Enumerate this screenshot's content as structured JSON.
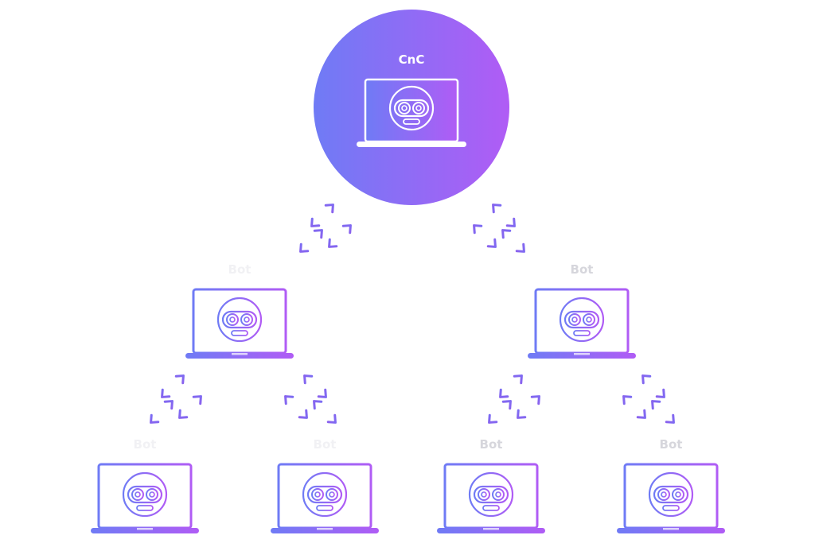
{
  "diagram": {
    "cnc": {
      "label": "CnC",
      "icon": "robot-laptop-icon"
    },
    "bots": [
      {
        "id": "bot-mid-left",
        "label": "Bot"
      },
      {
        "id": "bot-mid-right",
        "label": "Bot"
      },
      {
        "id": "bot-bottom-1",
        "label": "Bot"
      },
      {
        "id": "bot-bottom-2",
        "label": "Bot"
      },
      {
        "id": "bot-bottom-3",
        "label": "Bot"
      },
      {
        "id": "bot-bottom-4",
        "label": "Bot"
      }
    ],
    "link_icon": "double-arrow-icon"
  },
  "colors": {
    "gradient_start": "#6f7bf5",
    "gradient_end": "#b05cf5",
    "label_dark": "#ffffff",
    "label_light": "#d6d6dc",
    "arrow": "#8b67ef"
  }
}
